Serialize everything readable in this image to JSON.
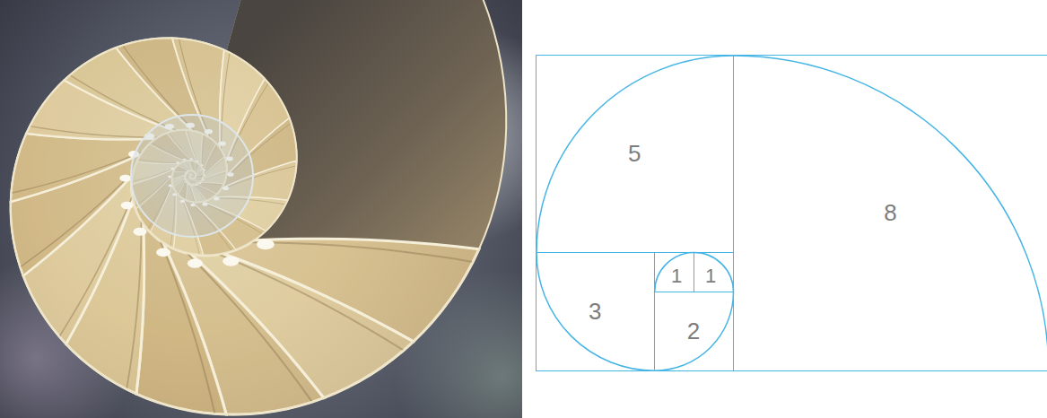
{
  "diagram": {
    "nodes": [
      {
        "text": [
          "5"
        ]
      },
      {
        "text": [
          "8"
        ]
      },
      {
        "text": [
          "1"
        ]
      },
      {
        "text": [
          "1"
        ]
      },
      {
        "text": [
          "3"
        ]
      },
      {
        "text": [
          "2"
        ]
      }
    ]
  }
}
